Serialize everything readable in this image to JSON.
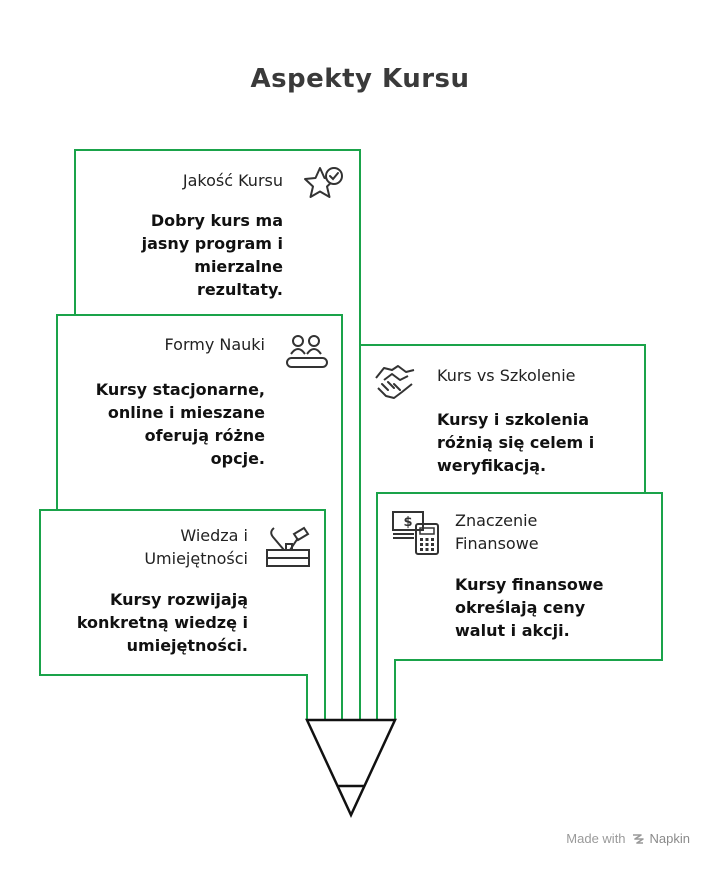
{
  "title": "Aspekty Kursu",
  "accent_color": "#1aa34a",
  "cards": [
    {
      "id": "jakosc",
      "title": "Jakość Kursu",
      "description": "Dobry kurs ma jasny program i mierzalne rezultaty.",
      "icon": "star-check-icon"
    },
    {
      "id": "formy",
      "title": "Formy Nauki",
      "description": "Kursy stacjonarne, online i mieszane oferują różne opcje.",
      "icon": "people-group-icon"
    },
    {
      "id": "wiedza",
      "title": "Wiedza i Umiejętności",
      "description": "Kursy rozwijają konkretną wiedzę i umiejętności.",
      "icon": "toolbox-icon"
    },
    {
      "id": "kurs-vs",
      "title": "Kurs vs Szkolenie",
      "description": "Kursy i szkolenia różnią się celem i weryfikacją.",
      "icon": "handshake-icon"
    },
    {
      "id": "znaczenie",
      "title": "Znaczenie Finansowe",
      "description": "Kursy finansowe określają ceny walut i akcji.",
      "icon": "money-calculator-icon"
    }
  ],
  "footer": {
    "made_with": "Made with",
    "brand": "Napkin"
  }
}
